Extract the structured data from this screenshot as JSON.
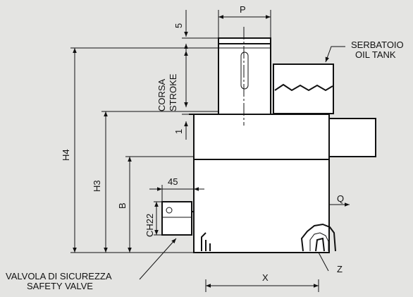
{
  "labels": {
    "p": "P",
    "five": "5",
    "corsa": "CORSA",
    "stroke": "STROKE",
    "one": "1",
    "serbatoio": "SERBATOIO",
    "oil_tank": "OIL TANK",
    "h4": "H4",
    "h3": "H3",
    "b": "B",
    "forty_five": "45",
    "ch22": "CH22",
    "q": "Q",
    "z": "Z",
    "x": "X",
    "valvola": "VALVOLA DI SICUREZZA",
    "safety_valve": "SAFETY VALVE"
  },
  "colors": {
    "background": "#e4e4e2",
    "line": "#111111",
    "fill": "#ffffff"
  }
}
